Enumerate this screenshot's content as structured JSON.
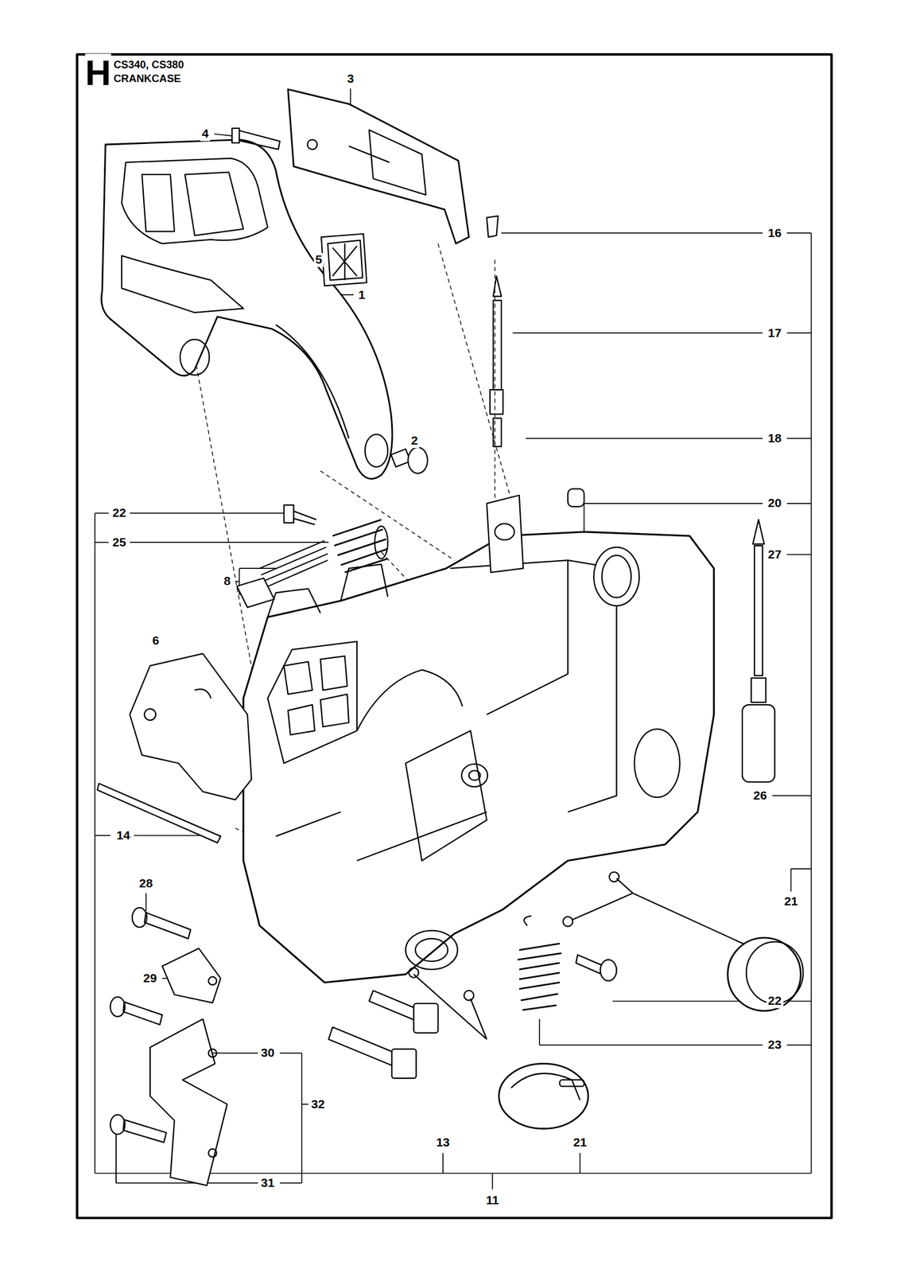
{
  "diagram": {
    "title": "CS340, CS380 CRANKCASE",
    "labels": [
      "H",
      "3",
      "4",
      "16",
      "5",
      "1",
      "17",
      "18",
      "2",
      "22",
      "20",
      "25",
      "8",
      "27",
      "6",
      "26",
      "14",
      "21",
      "28",
      "29",
      "22",
      "23",
      "30",
      "32",
      "31",
      "13",
      "21",
      "11"
    ]
  }
}
